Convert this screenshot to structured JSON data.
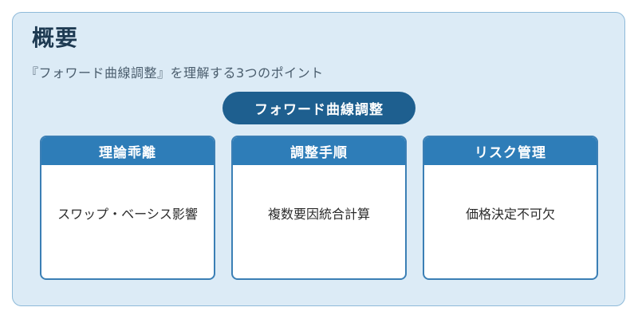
{
  "header": {
    "title": "概要",
    "subtitle": "『フォワード曲線調整』を理解する3つのポイント"
  },
  "main_topic": "フォワード曲線調整",
  "cards": [
    {
      "heading": "理論乖離",
      "body": "スワップ・ベーシス影響"
    },
    {
      "heading": "調整手順",
      "body": "複数要因統合計算"
    },
    {
      "heading": "リスク管理",
      "body": "価格決定不可欠"
    }
  ],
  "colors": {
    "panel_bg": "#dcebf6",
    "pill_bg": "#1e5f8f",
    "card_header_bg": "#2e7db8",
    "title_text": "#1e3a52"
  }
}
